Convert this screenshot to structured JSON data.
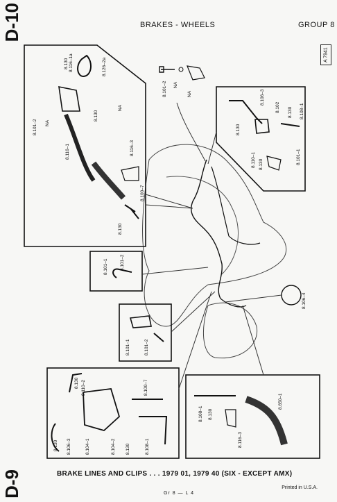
{
  "side_labels": {
    "top": "D-10",
    "bottom": "D-9"
  },
  "header": {
    "title": "BRAKES - WHEELS",
    "group": "GROUP 8"
  },
  "figure_code": "A 7941",
  "caption": "BRAKE LINES AND CLIPS . . . 1979 01, 1979 40 (SIX - EXCEPT AMX)",
  "printed": "Printed in U.S.A.",
  "page_code": "Gr 8 — L 4",
  "part_labels": {
    "tl_116_1a": "8.116–1a",
    "tl_130a": "8.130",
    "tl_126_2a": "8.126–2a",
    "tl_130b": "8.130",
    "tl_na1": "NA",
    "tl_101_2": "8.101–2",
    "tl_na2": "NA",
    "tl_116_1": "8.116–1",
    "tl_116_3": "8.116–3",
    "tl_100_7": "8.100–7",
    "tl_130c": "8.130",
    "tc_101_2": "8.101–2",
    "tc_na1": "NA",
    "tc_na2": "NA",
    "tr_106_3": "8.106–3",
    "tr_102": "8.102",
    "tr_130a": "8.130",
    "tr_108_1": "8.108–1",
    "tr_130b": "8.130",
    "tr_110_1": "8.110–1",
    "tr_130c": "8.130",
    "tr_101_1": "8.101–1",
    "ml_101_1": "8.101–1",
    "ml_101_2": "8.101–2",
    "mr_106_4": "8.106–4",
    "mc_101_1": "8.101–1",
    "mc_101_2": "8.101–2",
    "bl_130a": "8.130",
    "bl_110_2": "8.110–2",
    "bl_100_7": "8.100–7",
    "bl_130b": "8.130",
    "bl_106_3": "8.106–3",
    "bl_104_1": "8.104–1",
    "bl_104_2": "8.104–2",
    "bl_130c": "8.130",
    "bl_108_1": "8.108–1",
    "br_108_1": "8.108–1",
    "br_130": "8.130",
    "br_116_3": "8.116–3",
    "br_650_1": "8.650–1"
  }
}
